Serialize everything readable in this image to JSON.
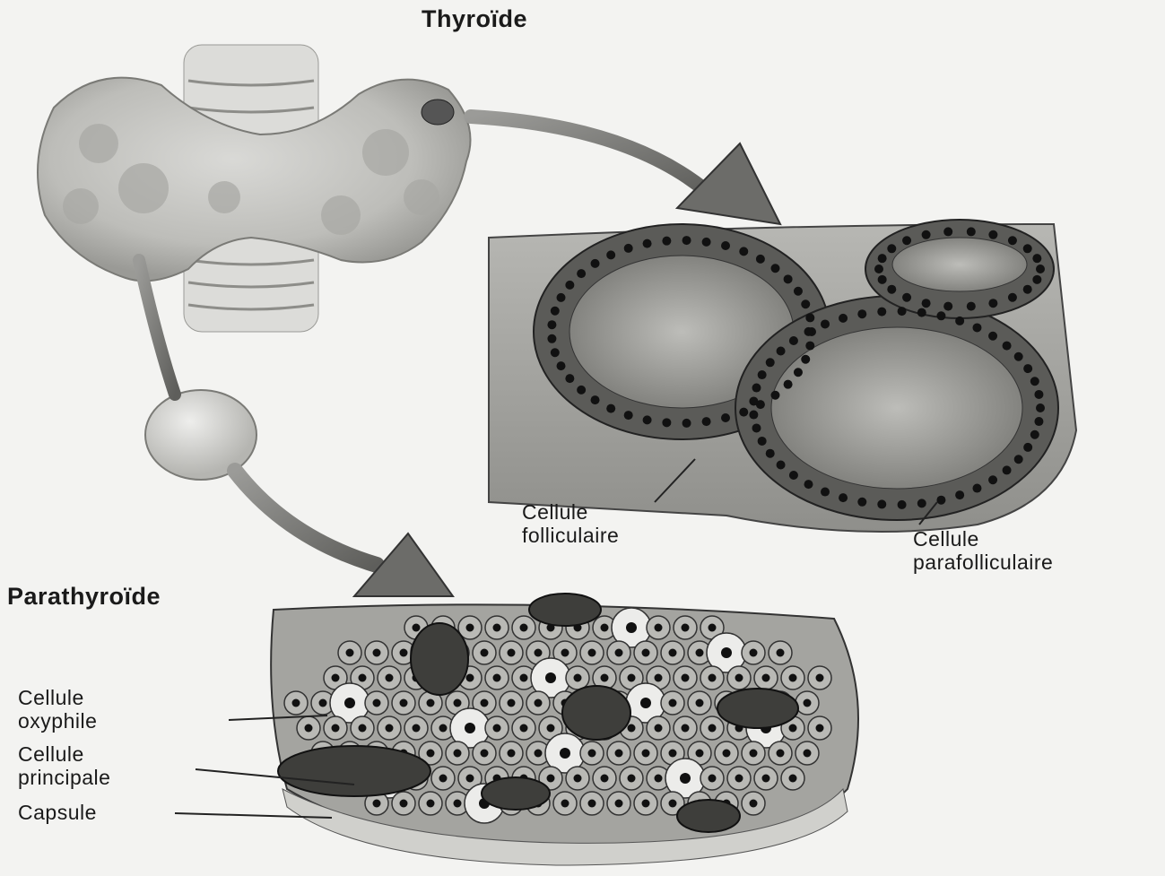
{
  "titles": {
    "thyroid": "Thyroïde",
    "parathyroid": "Parathyroïde"
  },
  "labels": {
    "follicular_cell": {
      "line1": "Cellule",
      "line2": "folliculaire"
    },
    "parafollicular_cell": {
      "line1": "Cellule",
      "line2": "parafolliculaire"
    },
    "oxyphil_cell": {
      "line1": "Cellule",
      "line2": "oxyphile"
    },
    "chief_cell": {
      "line1": "Cellule",
      "line2": "principale"
    },
    "capsule": "Capsule"
  }
}
